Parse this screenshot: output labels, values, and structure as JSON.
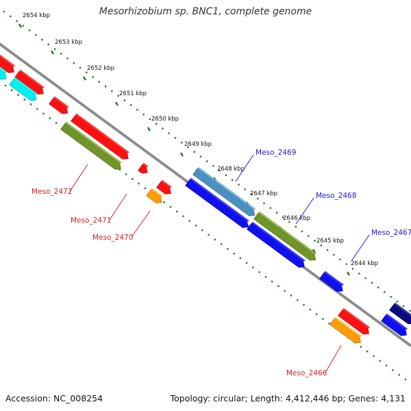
{
  "title": "Mesorhizobium sp. BNC1, complete genome",
  "footer": {
    "accession": "Accession: NC_008254",
    "summary": "Topology: circular; Length: 4,412,446 bp; Genes: 4,131"
  },
  "ticks": [
    "2654 kbp",
    "2653 kbp",
    "2652 kbp",
    "2651 kbp",
    "2650 kbp",
    "2649 kbp",
    "2648 kbp",
    "2647 kbp",
    "2646 kbp",
    "2645 kbp",
    "2644 kbp"
  ],
  "gene_labels": {
    "forward": [
      "Meso_2469",
      "Meso_2468",
      "Meso_2467"
    ],
    "reverse": [
      "Meso_2472",
      "Meso_2471",
      "Meso_2470",
      "Meso_2466"
    ]
  },
  "colors": {
    "backbone": "#8c8c8c",
    "tick_dots": "#1f7a1f",
    "forward_label": "#1a1ad6",
    "reverse_label": "#d41f1f",
    "red": "#ff1010",
    "cyan": "#00f0f0",
    "olive": "#6f9428",
    "orange": "#ff9a0a",
    "blue": "#1010ee",
    "steelblue": "#4d8fc0",
    "navy": "#0a0a80"
  }
}
